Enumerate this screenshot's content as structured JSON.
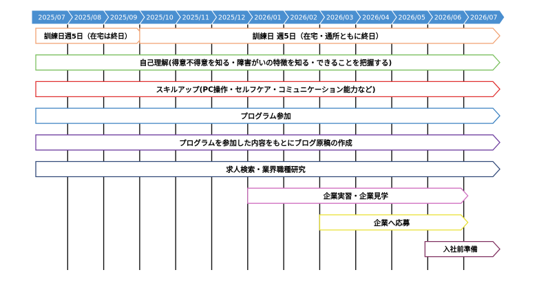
{
  "timeline": {
    "header_color": "#4a8fd0",
    "header_text_color": "#ffffff",
    "months": [
      "2025/07",
      "2025/08",
      "2025/09",
      "2025/10",
      "2025/11",
      "2025/12",
      "2026/01",
      "2026/02",
      "2026/03",
      "2026/04",
      "2026/05",
      "2026/06",
      "2026/07"
    ]
  },
  "tasks": [
    {
      "label": "訓練日週5日（在宅は終日）",
      "start": 0,
      "end": 3,
      "color": "#f0a070"
    },
    {
      "label": "訓練日 週5日（在宅・通所ともに終日）",
      "start": 3,
      "end": 13,
      "color": "#f0a070"
    },
    {
      "label": "自己理解(得意不得意を知る・障害がいの特徴を知る・できることを把握する)",
      "start": 0,
      "end": 13,
      "color": "#7cc060"
    },
    {
      "label": "スキルアップ(PC操作・セルフケア・コミュニケーション能力など)",
      "start": 0,
      "end": 13,
      "color": "#e03030"
    },
    {
      "label": "プログラム参加",
      "start": 0,
      "end": 13,
      "color": "#3a80c0"
    },
    {
      "label": "プログラムを参加した内容をもとにブログ原稿の作成",
      "start": 0,
      "end": 13,
      "color": "#7040a0"
    },
    {
      "label": "求人検索・業界職種研究",
      "start": 0,
      "end": 13,
      "color": "#304878"
    },
    {
      "label": "企業実習・企業見学",
      "start": 6,
      "end": 12,
      "color": "#d070c0"
    },
    {
      "label": "企業へ応募",
      "start": 8,
      "end": 12,
      "color": "#e8e030"
    },
    {
      "label": "入社前準備",
      "start": 11,
      "end": 13,
      "color": "#803060"
    }
  ]
}
